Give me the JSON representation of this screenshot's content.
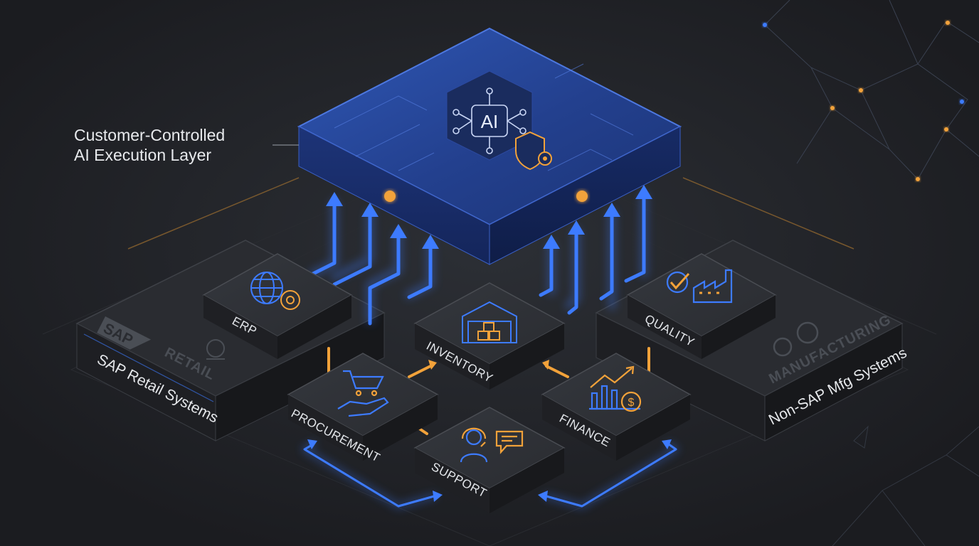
{
  "title": {
    "line1": "Customer-Controlled",
    "line2": "AI Execution Layer"
  },
  "hub": {
    "badge": "AI"
  },
  "platforms": {
    "sap": {
      "label": "SAP Retail Systems",
      "logo_text": "SAP",
      "subtitle": "RETAIL"
    },
    "non_sap": {
      "label": "Non-SAP Mfg Systems",
      "subtitle": "MANUFACTURING"
    }
  },
  "modules": [
    {
      "key": "erp",
      "label": "ERP",
      "icon": "globe-gear-icon"
    },
    {
      "key": "inventory",
      "label": "INVENTORY",
      "icon": "warehouse-icon"
    },
    {
      "key": "quality",
      "label": "QUALITY",
      "icon": "checkmark-factory-icon"
    },
    {
      "key": "procurement",
      "label": "PROCUREMENT",
      "icon": "cart-hand-icon"
    },
    {
      "key": "finance",
      "label": "FINANCE",
      "icon": "chart-dollar-icon"
    },
    {
      "key": "support",
      "label": "SUPPORT",
      "icon": "headset-chat-icon"
    }
  ],
  "colors": {
    "background": "#202226",
    "hub_blue": "#2a4a9a",
    "flow_blue": "#3d7bff",
    "accent_orange": "#f2a23a",
    "tile_dark": "#2c2e33"
  }
}
